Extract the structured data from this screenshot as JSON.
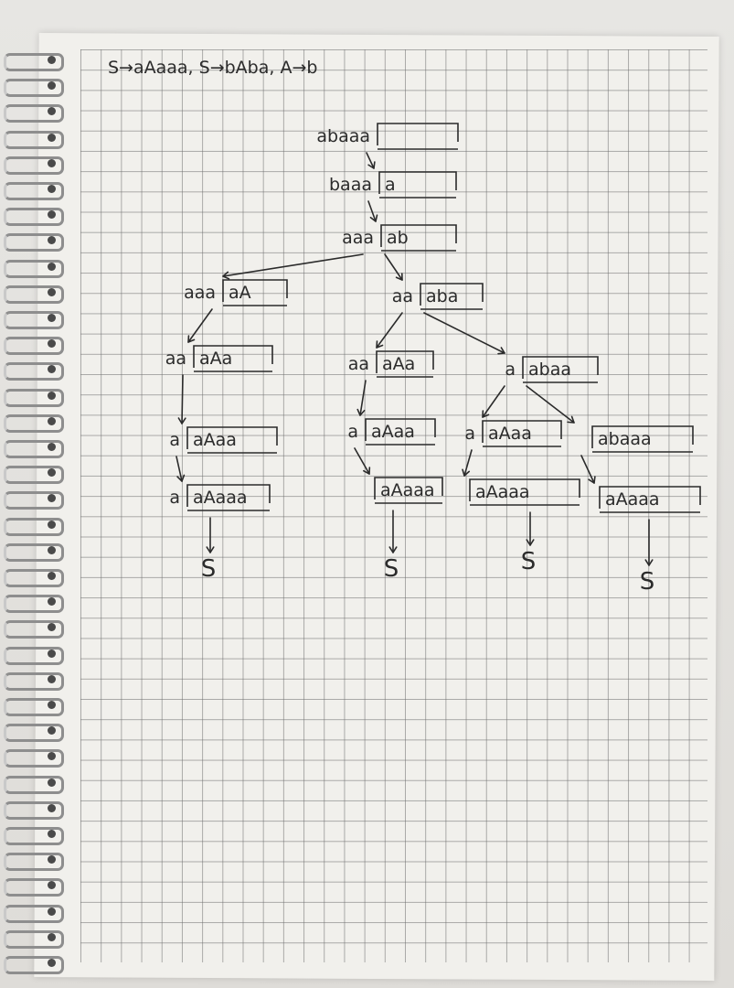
{
  "grammar": "S→aAaaa, S→bAba, A→b",
  "nodes": [
    {
      "id": "n1",
      "input": "abaaa",
      "stack": ""
    },
    {
      "id": "n2",
      "input": "baaa",
      "stack": "a"
    },
    {
      "id": "n3",
      "input": "aaa",
      "stack": "ab"
    },
    {
      "id": "n4",
      "input": "aaa",
      "stack": "aA"
    },
    {
      "id": "n5",
      "input": "aa",
      "stack": "aba"
    },
    {
      "id": "n6",
      "input": "aa",
      "stack": "aAa"
    },
    {
      "id": "n7",
      "input": "a",
      "stack": "aAaa"
    },
    {
      "id": "n8",
      "input": "a",
      "stack": "aAaaa"
    },
    {
      "id": "n9",
      "input": "aa",
      "stack": "aAa"
    },
    {
      "id": "n10",
      "input": "a",
      "stack": "aAaa"
    },
    {
      "id": "n11",
      "input": "",
      "stack": "aAaaa"
    },
    {
      "id": "n12",
      "input": "a",
      "stack": "abaa"
    },
    {
      "id": "n13",
      "input": "a",
      "stack": "aAaa"
    },
    {
      "id": "n14",
      "input": "",
      "stack": "aAaaa"
    },
    {
      "id": "n15",
      "input": "",
      "stack": "abaaa"
    },
    {
      "id": "n16",
      "input": "",
      "stack": "aAaaa"
    }
  ],
  "results": [
    "S",
    "S",
    "S",
    "S"
  ],
  "edges": [
    [
      "n1",
      "n2"
    ],
    [
      "n2",
      "n3"
    ],
    [
      "n3",
      "n4"
    ],
    [
      "n3",
      "n5"
    ],
    [
      "n4",
      "n6"
    ],
    [
      "n6",
      "n7"
    ],
    [
      "n7",
      "n8"
    ],
    [
      "n5",
      "n9"
    ],
    [
      "n9",
      "n10"
    ],
    [
      "n10",
      "n11"
    ],
    [
      "n5",
      "n12"
    ],
    [
      "n12",
      "n13"
    ],
    [
      "n13",
      "n14"
    ],
    [
      "n12",
      "n15"
    ],
    [
      "n15",
      "n16"
    ]
  ]
}
